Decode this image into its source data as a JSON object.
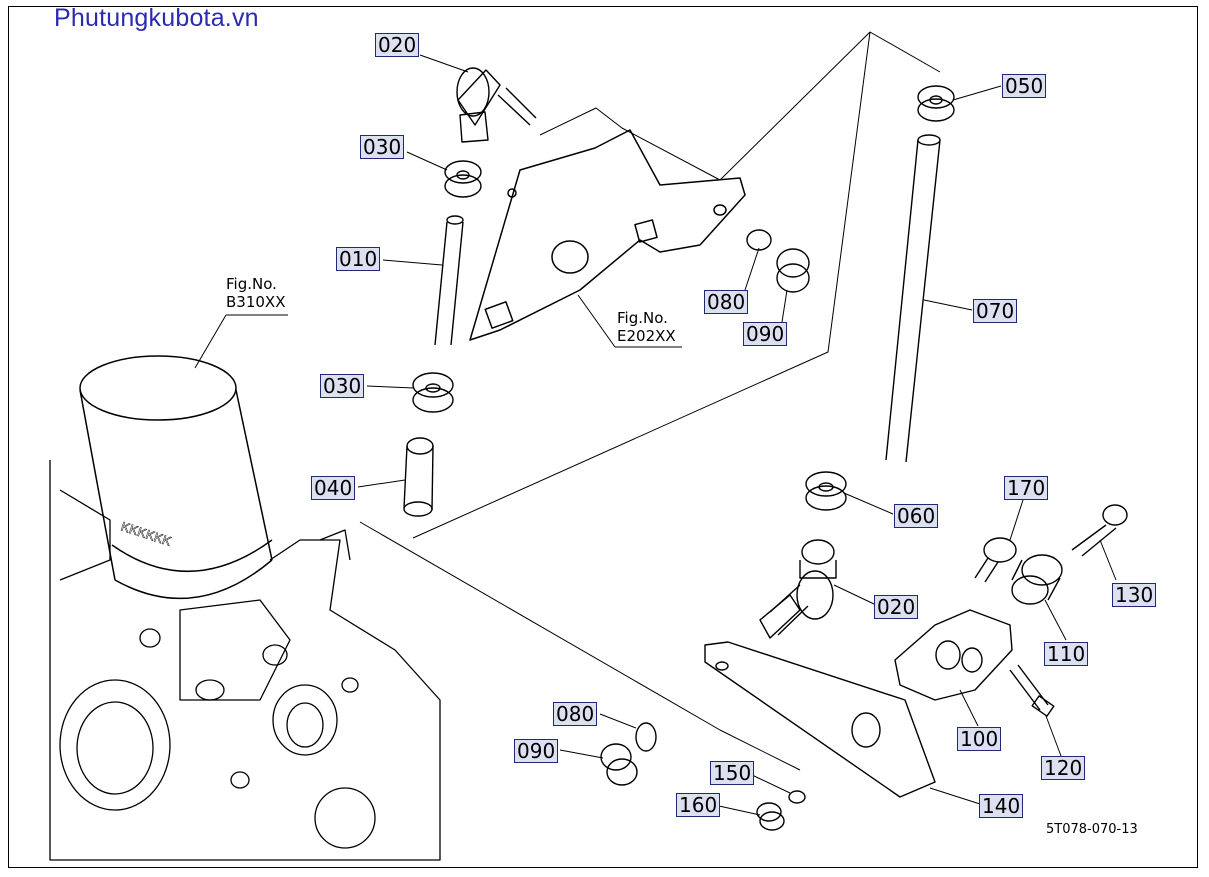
{
  "site": {
    "watermark": "Phutungkubota.vn"
  },
  "figure_refs": {
    "left": {
      "line1": "Fig.No.",
      "line2": "B310XX"
    },
    "bracket": {
      "line1": "Fig.No.",
      "line2": "E202XX"
    }
  },
  "callouts": {
    "c020a": "020",
    "c030a": "030",
    "c010": "010",
    "c030b": "030",
    "c040": "040",
    "c080a": "080",
    "c090a": "090",
    "c050": "050",
    "c070": "070",
    "c060": "060",
    "c020b": "020",
    "c170": "170",
    "c130": "130",
    "c110": "110",
    "c100": "100",
    "c120": "120",
    "c080b": "080",
    "c090b": "090",
    "c150": "150",
    "c160": "160",
    "c140": "140"
  },
  "diagram_code": "5T078-070-13",
  "colors": {
    "watermark": "#2b2bb0",
    "callout_fill": "#dde0f0",
    "callout_border": "#1e2a78"
  }
}
